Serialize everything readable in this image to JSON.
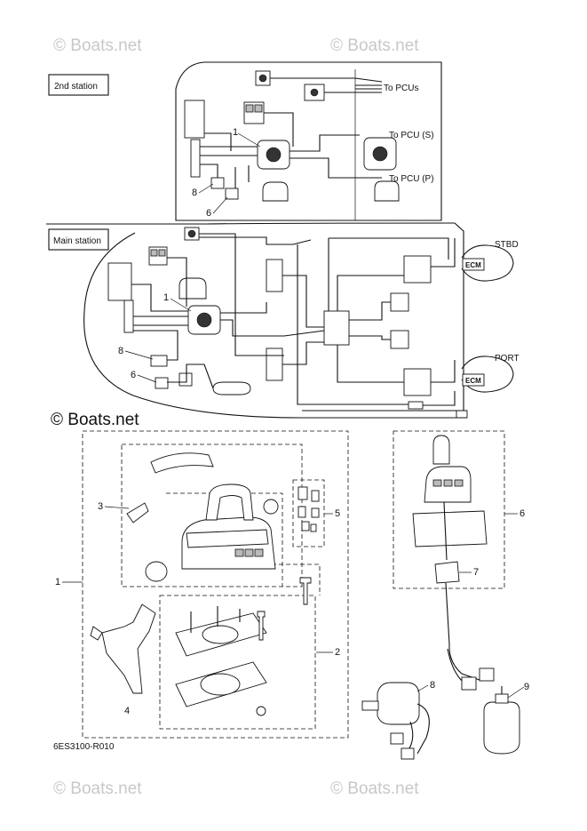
{
  "watermarks": {
    "top_left": "© Boats.net",
    "top_right": "© Boats.net",
    "bottom_left": "© Boats.net",
    "bottom_right": "© Boats.net"
  },
  "brand_mark": "© Boats.net",
  "stations": {
    "second": "2nd station",
    "main": "Main station"
  },
  "connections": {
    "pcus": "To PCUs",
    "pcu_s": "To PCU (S)",
    "pcu_p": "To PCU (P)"
  },
  "engines": {
    "stbd": "STBD",
    "port": "PORT",
    "ecm_label": "ECM"
  },
  "callouts": {
    "n1": "1",
    "n2": "2",
    "n3": "3",
    "n4": "4",
    "n5": "5",
    "n6": "6",
    "n7": "7",
    "n8": "8",
    "n9": "9"
  },
  "diagram_code": "6ES3100-R010"
}
